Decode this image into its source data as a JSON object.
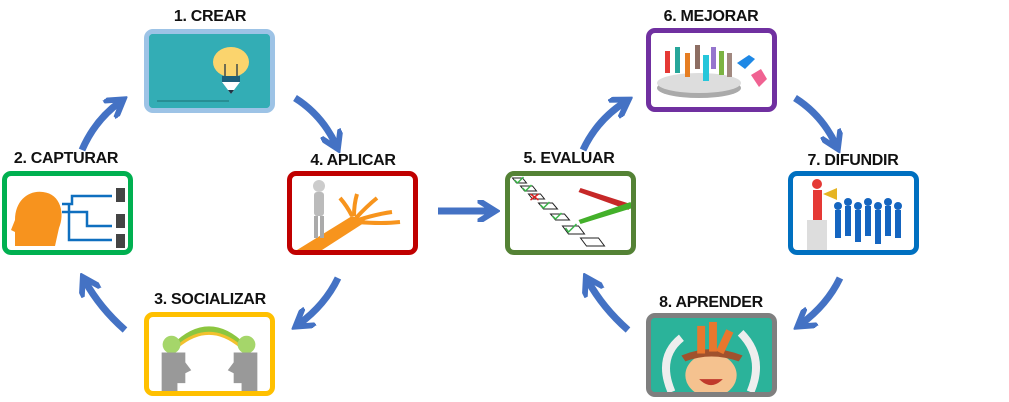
{
  "title": "",
  "steps": [
    {
      "label": "1. CREAR",
      "icon": "lightbulb-pencil-icon",
      "color": "#9dc3e6"
    },
    {
      "label": "2. CAPTURAR",
      "icon": "head-capture-icon",
      "color": "#00b050"
    },
    {
      "label": "3. SOCIALIZAR",
      "icon": "heads-rainbow-icon",
      "color": "#ffc000"
    },
    {
      "label": "4. APLICAR",
      "icon": "person-crossroads-icon",
      "color": "#c00000"
    },
    {
      "label": "5. EVALUAR",
      "icon": "checklist-icon",
      "color": "#548235"
    },
    {
      "label": "6. MEJORAR",
      "icon": "people-platform-icon",
      "color": "#7030a0"
    },
    {
      "label": "7. DIFUNDIR",
      "icon": "megaphone-crowd-icon",
      "color": "#0070c0"
    },
    {
      "label": "8. APRENDER",
      "icon": "books-head-icon",
      "color": "#7f7f7f"
    }
  ],
  "arrow_color": "#4472c4"
}
